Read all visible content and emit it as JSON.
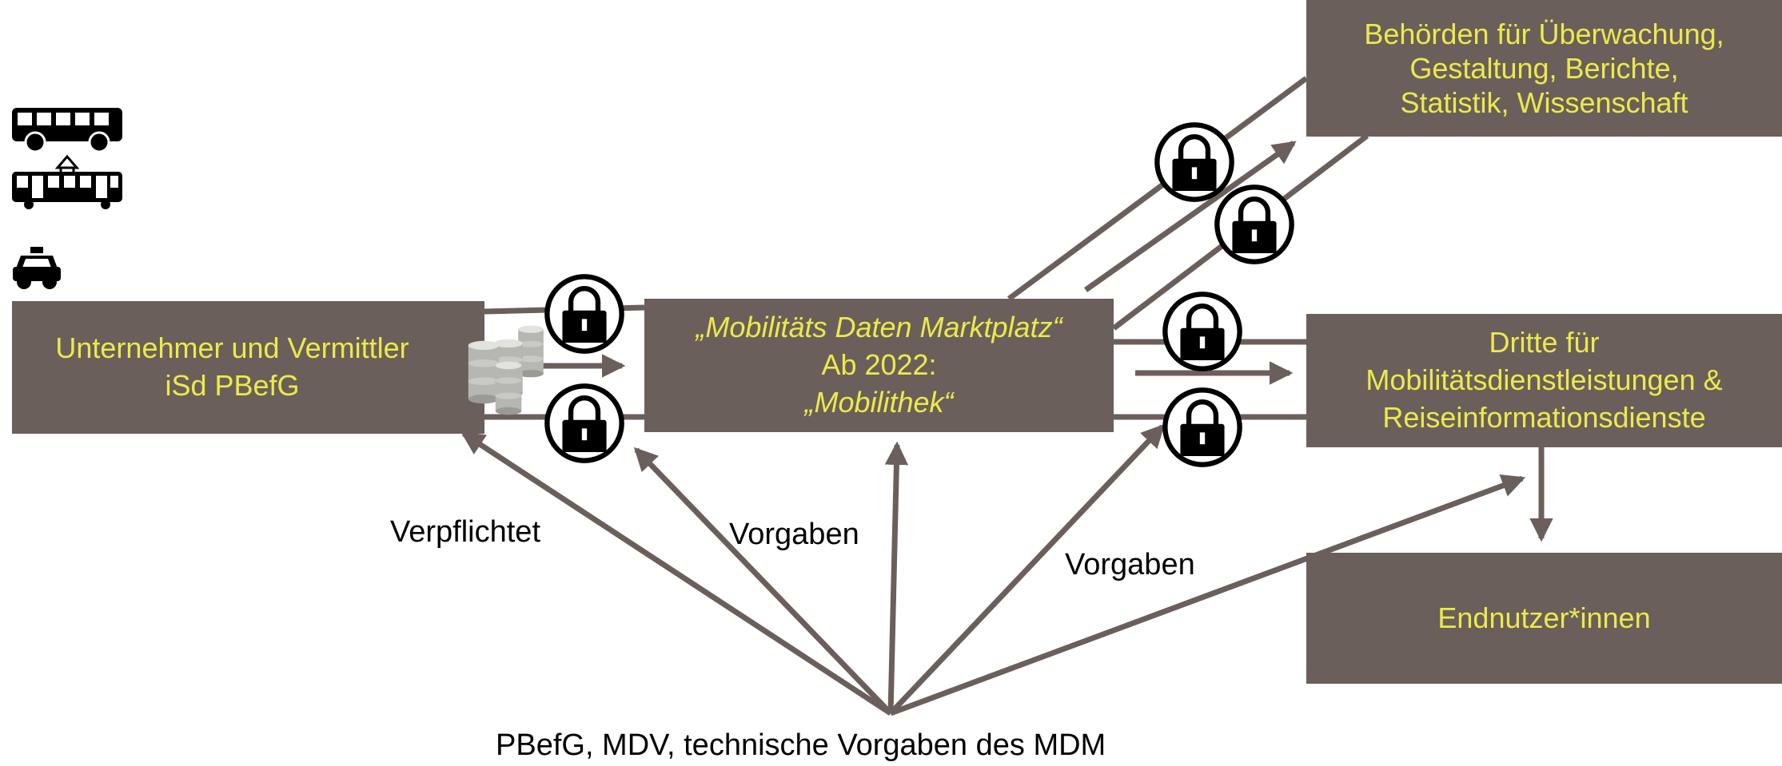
{
  "boxes": {
    "operators": {
      "lines": [
        "Unternehmer und Vermittler",
        "iSd PBefG"
      ]
    },
    "marketplace": {
      "lines": [
        "„Mobilitäts Daten Marktplatz“",
        "Ab 2022:",
        "„Mobilithek“"
      ]
    },
    "authorities": {
      "lines": [
        "Behörden für Überwachung,",
        "Gestaltung, Berichte,",
        "Statistik, Wissenschaft"
      ]
    },
    "third_parties": {
      "lines": [
        "Dritte für",
        "Mobilitätsdienstleistungen &",
        "Reiseinformationsdienste"
      ]
    },
    "end_users": {
      "lines": [
        "Endnutzer*innen"
      ]
    }
  },
  "labels": {
    "obliged": "Verpflichtet",
    "specifications_1": "Vorgaben",
    "specifications_2": "Vorgaben",
    "legal_basis": "PBefG, MDV, technische Vorgaben des MDM"
  },
  "icons": {
    "vehicles": [
      "bus-icon",
      "tram-icon",
      "taxi-icon"
    ],
    "storage": "database-icon",
    "access": "lock-icon"
  },
  "colors": {
    "box_fill": "#6b5f5c",
    "box_text": "#ecea4a",
    "arrows": "#6b5f5c",
    "text": "#000000"
  }
}
